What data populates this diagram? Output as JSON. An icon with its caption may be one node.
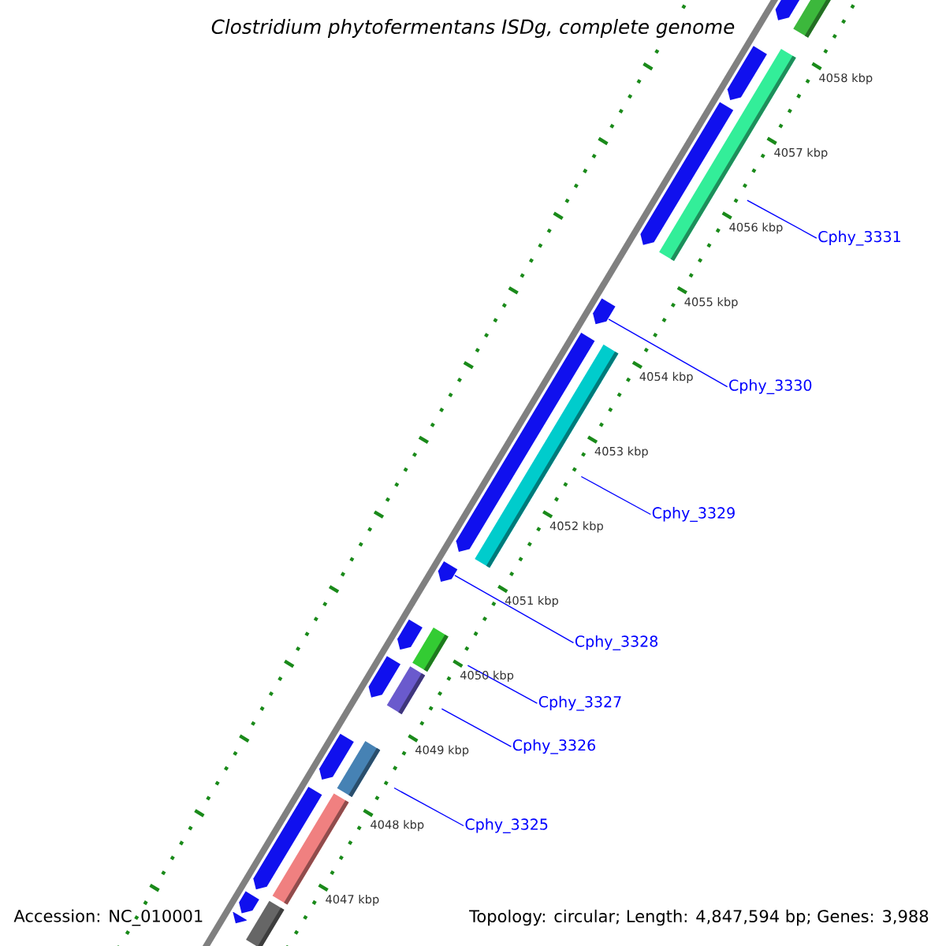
{
  "diagram": {
    "title": "Clostridium phytofermentans ISDg, complete genome",
    "nodes": [
      {
        "text": [],
        "shape": "bar"
      },
      {
        "text": [],
        "shape": "pentagon"
      },
      {
        "text": [],
        "shape": "pentagon"
      },
      {
        "text": [],
        "shape": "bar"
      },
      {
        "text": [],
        "shape": "pentagon"
      },
      {
        "text": [],
        "shape": "pentagon"
      },
      {
        "text": [],
        "shape": "pentagon"
      },
      {
        "text": [],
        "shape": "bar"
      },
      {
        "text": [],
        "shape": "pentagon"
      },
      {
        "text": [],
        "shape": "bar"
      },
      {
        "text": [],
        "shape": "pentagon"
      },
      {
        "text": [],
        "shape": "bar"
      },
      {
        "text": [],
        "shape": "pentagon"
      },
      {
        "text": [],
        "shape": "bar"
      },
      {
        "text": [],
        "shape": "pentagon"
      },
      {
        "text": [],
        "shape": "bar"
      },
      {
        "text": [],
        "shape": "pentagon"
      },
      {
        "text": [],
        "shape": "pentagon"
      },
      {
        "text": [],
        "shape": "bar"
      },
      {
        "text": [],
        "shape": "pentagon"
      },
      {
        "text": [
          "Cphy_3331"
        ]
      },
      {
        "text": [
          "Cphy_3330"
        ]
      },
      {
        "text": [
          "Cphy_3329"
        ]
      },
      {
        "text": [
          "Cphy_3328"
        ]
      },
      {
        "text": [
          "Cphy_3327"
        ]
      },
      {
        "text": [
          "Cphy_3326"
        ]
      },
      {
        "text": [
          "Cphy_3325"
        ]
      }
    ],
    "edges": [
      {
        "from": 20,
        "to": 3,
        "arrow": "none"
      },
      {
        "from": 21,
        "to": 5,
        "arrow": "none"
      },
      {
        "from": 22,
        "to": 7,
        "arrow": "none"
      },
      {
        "from": 23,
        "to": 8,
        "arrow": "none"
      },
      {
        "from": 24,
        "to": 9,
        "arrow": "none"
      },
      {
        "from": 25,
        "to": 11,
        "arrow": "none"
      },
      {
        "from": 26,
        "to": 13,
        "arrow": "none"
      }
    ],
    "labels": [
      "4058 kbp",
      "4057 kbp",
      "4056 kbp",
      "4055 kbp",
      "4054 kbp",
      "4053 kbp",
      "4052 kbp",
      "4051 kbp",
      "4050 kbp",
      "4049 kbp",
      "4048 kbp",
      "4047 kbp",
      "Accession: NC_010001",
      "Topology: circular; Length: 4,847,594 bp; Genes: 3,988"
    ]
  }
}
